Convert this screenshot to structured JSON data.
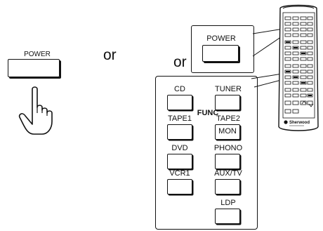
{
  "left_power_label": "POWER",
  "or_1": "or",
  "or_2": "or",
  "zoom_power_label": "POWER",
  "func_label": "FUNC",
  "function_keys": [
    {
      "id": "cd",
      "label": "CD"
    },
    {
      "id": "tuner",
      "label": "TUNER"
    },
    {
      "id": "tape1",
      "label": "TAPE1"
    },
    {
      "id": "tape2",
      "label": "TAPE2"
    },
    {
      "id": "mon",
      "label": "MON"
    },
    {
      "id": "dvd",
      "label": "DVD"
    },
    {
      "id": "phono",
      "label": "PHONO"
    },
    {
      "id": "vcr1",
      "label": "VCR1"
    },
    {
      "id": "auxtv",
      "label": "AUX/TV"
    },
    {
      "id": "ldp",
      "label": "LDP"
    }
  ],
  "remote_brand": "Sherwood"
}
